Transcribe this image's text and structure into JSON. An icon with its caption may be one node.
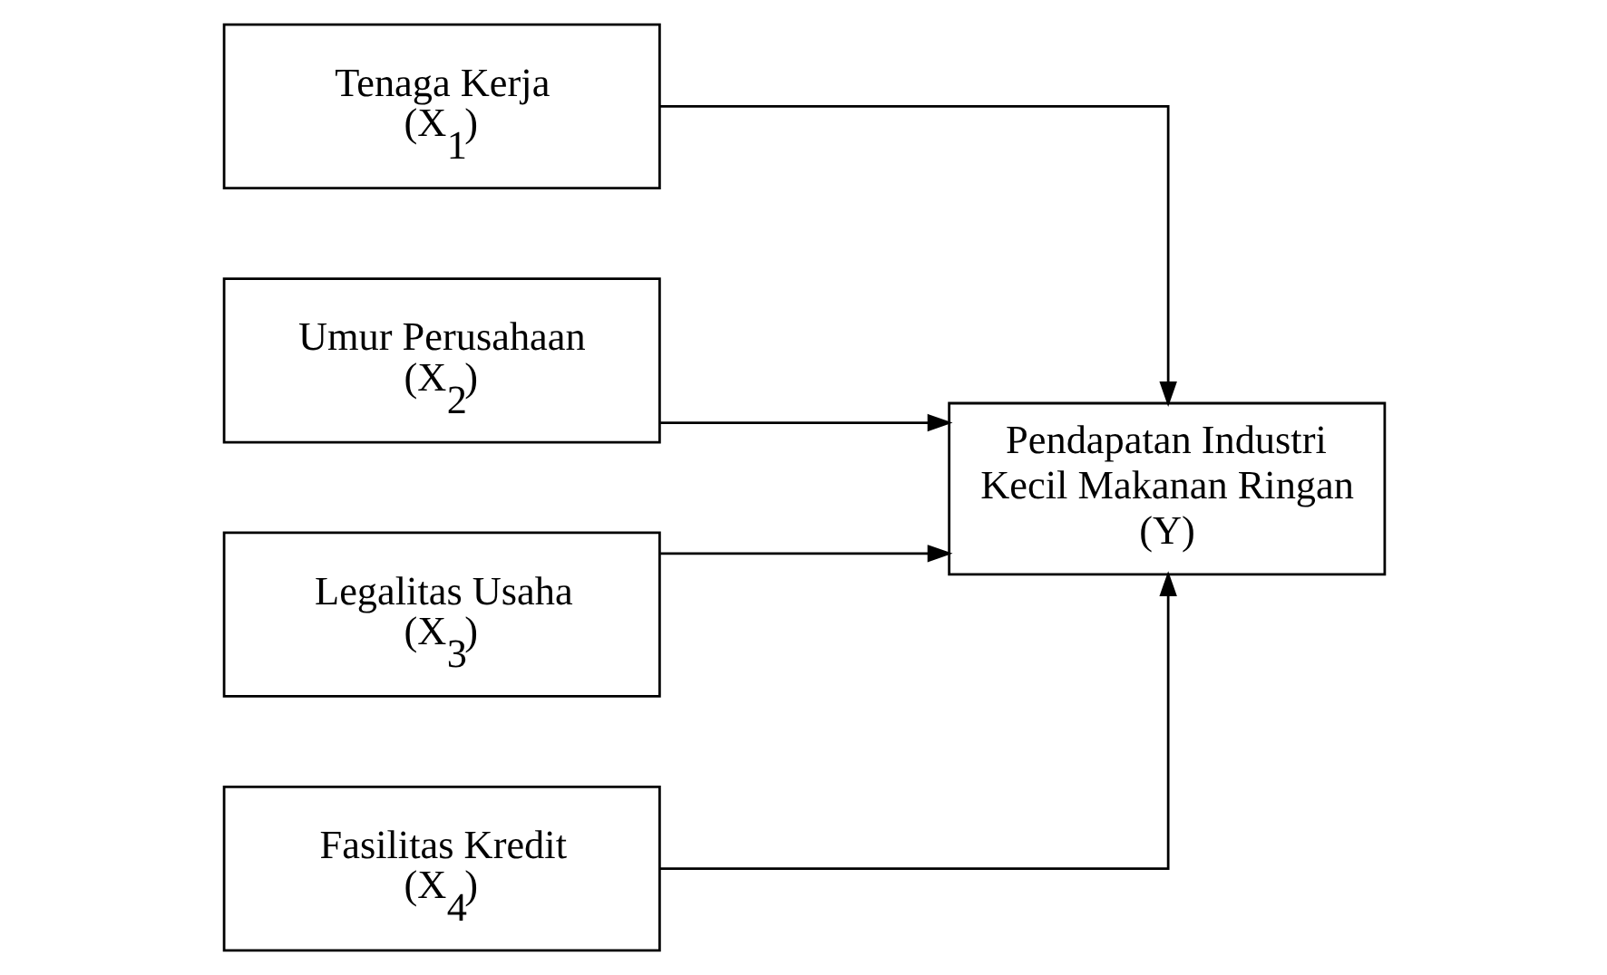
{
  "diagram": {
    "nodes": [
      {
        "text": [
          "Tenaga Kerja (X$_{1}$)"
        ]
      },
      {
        "text": [
          "Umur Perusahaan (X$_{2}$)"
        ]
      },
      {
        "text": [
          "Legalitas Usaha (X$_{3}$)"
        ]
      },
      {
        "text": [
          "Fasilitas Kredit (X$_{4}$)"
        ]
      },
      {
        "text": [
          "Pendapatan Industri Kecil Makanan Ringan (Y)"
        ]
      }
    ],
    "edges": [
      {
        "from": 0,
        "to": 4,
        "arrow": "to"
      },
      {
        "from": 1,
        "to": 4,
        "arrow": "to"
      },
      {
        "from": 2,
        "to": 4,
        "arrow": "to"
      },
      {
        "from": 3,
        "to": 4,
        "arrow": "to"
      }
    ]
  }
}
